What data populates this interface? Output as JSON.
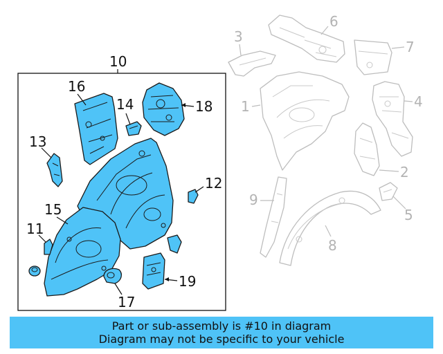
{
  "diagram": {
    "assembly_label": "10",
    "callouts": {
      "c1": "1",
      "c2": "2",
      "c3": "3",
      "c4": "4",
      "c5": "5",
      "c6": "6",
      "c7": "7",
      "c8": "8",
      "c9": "9",
      "c11": "11",
      "c12": "12",
      "c13": "13",
      "c14": "14",
      "c15": "15",
      "c16": "16",
      "c17": "17",
      "c18": "18",
      "c19": "19"
    },
    "colors": {
      "highlight": "#4fc3f7",
      "outline": "#1a1a1a",
      "ghost": "#bdbdbd"
    }
  },
  "banner": {
    "line1": "Part or sub-assembly is #10 in diagram",
    "line2": "Diagram may not be specific to your vehicle"
  }
}
